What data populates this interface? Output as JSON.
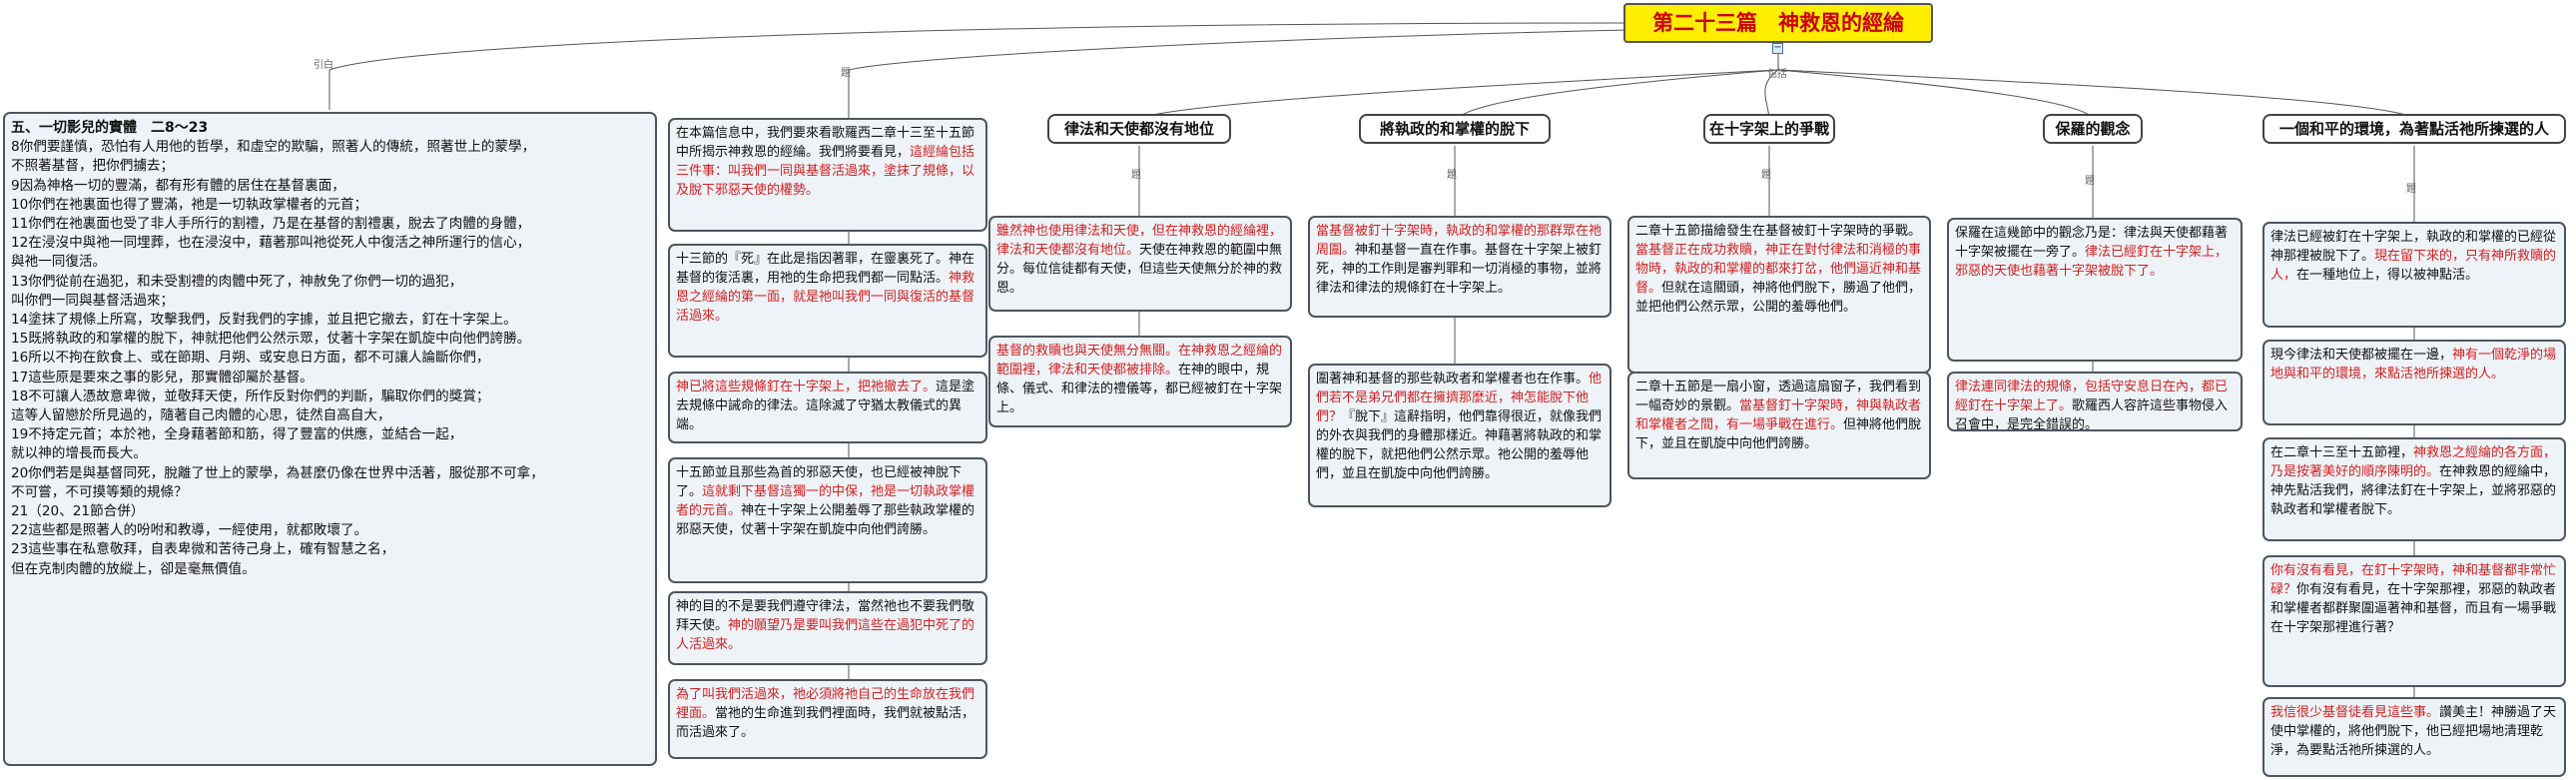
{
  "title": "第二十三篇　神救恩的經綸",
  "link_labels": {
    "yinbai": "引白",
    "ti": "題",
    "baokuo": "包括"
  },
  "topics": [
    "律法和天使都沒有地位",
    "將執政的和掌權的脫下",
    "在十字架上的爭戰",
    "保羅的觀念",
    "一個和平的環境，為著點活祂所揀選的人"
  ],
  "scripture": {
    "heading": "五、一切影兒的實體　二8～23",
    "lines": [
      "8你們要謹慎，恐怕有人用他的哲學，和虛空的欺騙，照著人的傳統，照著世上的蒙學，",
      "不照著基督，把你們擄去；",
      "9因為神格一切的豐滿，都有形有體的居住在基督裏面，",
      "10你們在祂裏面也得了豐滿，祂是一切執政掌權者的元首；",
      "11你們在祂裏面也受了非人手所行的割禮，乃是在基督的割禮裏，脫去了肉體的身體，",
      "12在浸沒中與祂一同埋葬，也在浸沒中，藉著那叫祂從死人中復活之神所運行的信心，",
      "與祂一同復活。",
      "13你們從前在過犯，和未受割禮的肉體中死了，神赦免了你們一切的過犯，",
      "叫你們一同與基督活過來；",
      "14塗抹了規條上所寫，攻擊我們，反對我們的字據，並且把它撤去，釘在十字架上。",
      "15既將執政的和掌權的脫下，神就把他們公然示眾，仗著十字架在凱旋中向他們誇勝。",
      "16所以不拘在飲食上、或在節期、月朔、或安息日方面，都不可讓人論斷你們，",
      "17這些原是要來之事的影兒，那實體卻屬於基督。",
      "18不可讓人憑故意卑微，並敬拜天使，所作反對你們的判斷，騙取你們的獎賞；",
      "這等人留戀於所見過的，隨著自己肉體的心思，徒然自高自大，",
      "19不持定元首；本於祂，全身藉著節和筋，得了豐富的供應，並結合一起，",
      "就以神的增長而長大。",
      "20你們若是與基督同死，脫離了世上的蒙學，為甚麼仍像在世界中活著，服從那不可拿，",
      "不可嘗，不可摸等類的規條？",
      "21（20、21節合併）",
      "22這些都是照著人的吩咐和教導，一經使用，就都敗壞了。",
      "23這些事在私意敬拜，自表卑微和苦待己身上，確有智慧之名，",
      "但在克制肉體的放縱上，卻是毫無價值。"
    ]
  },
  "col_intro": [
    {
      "segments": [
        [
          "在本篇信息中，我們要來看歌羅西二章十三至十五節中所揭示神救恩的經綸。我們將要看見，",
          false
        ],
        [
          "這經綸包括三件事：叫我們一同與基督活過來，塗抹了規條，以及脫下邪惡天使的權勢。",
          true
        ]
      ]
    },
    {
      "segments": [
        [
          "十三節的『死』在此是指因著罪，在靈裏死了。神在基督的復活裏，用祂的生命把我們都一同點活。",
          false
        ],
        [
          "神救恩之經綸的第一面，就是祂叫我們一同與復活的基督活過來。",
          true
        ]
      ]
    },
    {
      "segments": [
        [
          "神已將這些規條釘在十字架上，把祂撤去了。",
          true
        ],
        [
          "這是塗去規條中誡命的律法。這除滅了守猶太教儀式的異端。",
          false
        ]
      ]
    },
    {
      "segments": [
        [
          "十五節並且那些為首的邪惡天使，也已經被神脫下了。",
          false
        ],
        [
          "這就剩下基督這獨一的中保，祂是一切執政掌權者的元首。",
          true
        ],
        [
          "神在十字架上公開羞辱了那些執政掌權的邪惡天使，仗著十字架在凱旋中向他們誇勝。",
          false
        ]
      ]
    },
    {
      "segments": [
        [
          "神的目的不是要我們遵守律法，當然祂也不要我們敬拜天使。",
          false
        ],
        [
          "神的願望乃是要叫我們這些在過犯中死了的人活過來。",
          true
        ]
      ]
    },
    {
      "segments": [
        [
          "為了叫我們活過來，祂必須將祂自己的生命放在我們裡面。",
          true
        ],
        [
          "當祂的生命進到我們裡面時，我們就被點活，而活過來了。",
          false
        ]
      ]
    }
  ],
  "col_law": [
    {
      "segments": [
        [
          "雖然神也使用律法和天使，",
          true
        ],
        [
          "但在神救恩的經綸裡，律法和天使都沒有地位。",
          true
        ],
        [
          "天使在神救恩的範圍中無分。每位信徒都有天使，但這些天使無分於神的救恩。",
          false
        ]
      ]
    },
    {
      "segments": [
        [
          "基督的救贖也與天使無分無關。在神救恩之經綸的範圍裡，律法和天使都被排除。",
          true
        ],
        [
          "在神的眼中，規條、儀式、和律法的禮儀等，都已經被釘在十字架上。",
          false
        ]
      ]
    }
  ],
  "col_strip": [
    {
      "segments": [
        [
          "當基督被釘十字架時，執政的和掌權的那群眾在祂周圍。",
          true
        ],
        [
          "神和基督一直在作事。基督在十字架上被釘死，神的工作則是審判罪和一切消極的事物，並將律法和律法的規條釘在十字架上。",
          false
        ]
      ]
    },
    {
      "segments": [
        [
          "圍著神和基督的那些執政者和掌權者也在作事。",
          false
        ],
        [
          "他們若不是弟兄們都在擁擠那麼近，神怎能脫下他們？",
          true
        ],
        [
          "『脫下』這辭指明，他們靠得很近，就像我們的外衣與我們的身體那樣近。神藉著將執政的和掌權的脫下，就把他們公然示眾。祂公開的羞辱他們，並且在凱旋中向他們誇勝。",
          false
        ]
      ]
    }
  ],
  "col_cross": [
    {
      "segments": [
        [
          "二章十五節描繪發生在基督被釘十字架時的爭戰。",
          false
        ],
        [
          "當基督正在成功救贖，神正在對付律法和消極的事物時，執政的和掌權的都來打岔，他們逼近神和基督。",
          true
        ],
        [
          "但就在這關頭，神將他們脫下，勝過了他們，並把他們公然示眾，公開的羞辱他們。",
          false
        ]
      ]
    },
    {
      "segments": [
        [
          "二章十五節是一扇小窗，透過這扇窗子，我們看到一幅奇妙的景觀。",
          false
        ],
        [
          "當基督釘十字架時，神與執政者和掌權者之間，有一場爭戰在進行。",
          true
        ],
        [
          "但神將他們脫下，並且在凱旋中向他們誇勝。",
          false
        ]
      ]
    }
  ],
  "col_paul": [
    {
      "segments": [
        [
          "保羅在這幾節中的觀念乃是：律法與天使都藉著十字架被擺在一旁了。",
          false
        ],
        [
          "律法已經釘在十字架上，邪惡的天使也藉著十字架被脫下了。",
          true
        ]
      ]
    },
    {
      "segments": [
        [
          "律法連同律法的規條，包括守安息日在內，都已經釘在十字架上了。",
          true
        ],
        [
          "歌羅西人容許這些事物侵入召會中，是完全錯誤的。",
          false
        ]
      ]
    }
  ],
  "col_peace": [
    {
      "segments": [
        [
          "律法已經被釘在十字架上，執政的和掌權的已經從神那裡被脫下了。",
          false
        ],
        [
          "現在留下來的，只有神所救贖的人，",
          true
        ],
        [
          "在一種地位上，得以被神點活。",
          false
        ]
      ]
    },
    {
      "segments": [
        [
          "現今律法和天使都被擺在一邊，",
          false
        ],
        [
          "神有一個乾淨的場地與和平的環境，來點活祂所揀選的人。",
          true
        ]
      ]
    },
    {
      "segments": [
        [
          "在二章十三至十五節裡，",
          false
        ],
        [
          "神救恩之經綸的各方面，乃是按著美好的順序陳明的。",
          true
        ],
        [
          "在神救恩的經綸中，神先點活我們，將律法釘在十字架上，並將邪惡的執政者和掌權者脫下。",
          false
        ]
      ]
    },
    {
      "segments": [
        [
          "你有沒有看見，在釘十字架時，神和基督都非常忙碌？",
          true
        ],
        [
          "你有沒有看見，在十字架那裡，邪惡的執政者和掌權者都群聚圍逼著神和基督，而且有一場爭戰在十字架那裡進行著？",
          false
        ]
      ]
    },
    {
      "segments": [
        [
          "我信很少基督徒看見這些事。",
          true
        ],
        [
          "讚美主！神勝過了天使中掌權的，將他們脫下，他已經把場地清理乾淨，為要點活祂所揀選的人。",
          false
        ]
      ]
    }
  ]
}
